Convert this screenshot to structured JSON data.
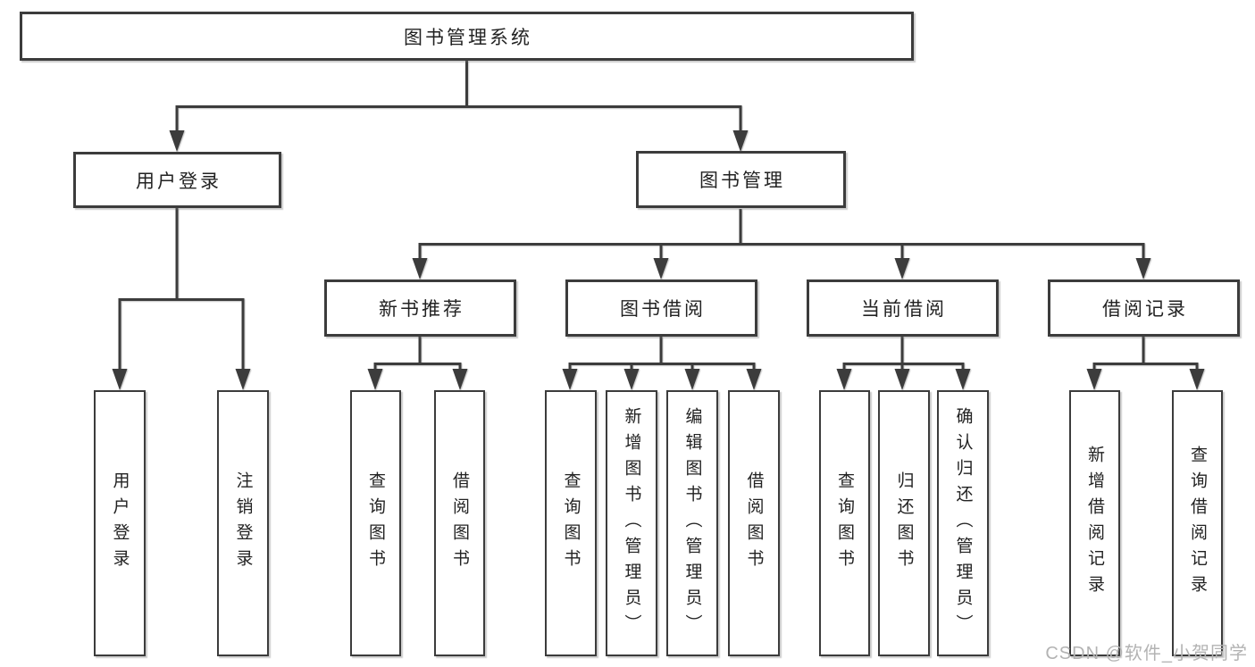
{
  "nodes": {
    "root": "图书管理系统",
    "user_login": "用户登录",
    "book_mgmt": "图书管理",
    "new_book_rec": "新书推荐",
    "book_borrow": "图书借阅",
    "current_borrow": "当前借阅",
    "borrow_records": "借阅记录",
    "ul_login": "用户登录",
    "ul_logout": "注销登录",
    "nbr_query": "查询图书",
    "nbr_borrow": "借阅图书",
    "bb_query": "查询图书",
    "bb_add": "新增图书（管理员）",
    "bb_edit": "编辑图书（管理员）",
    "bb_borrow": "借阅图书",
    "cb_query": "查询图书",
    "cb_return": "归还图书",
    "cb_confirm": "确认归还（管理员）",
    "br_add": "新增借阅记录",
    "br_query": "查询借阅记录"
  },
  "watermark": "CSDN @软件_小贺同学",
  "colors": {
    "line": "#3c3c3c",
    "text": "#222222",
    "box_fill": "#ffffff",
    "background": "#ffffff",
    "watermark": "#b3b3b3"
  }
}
